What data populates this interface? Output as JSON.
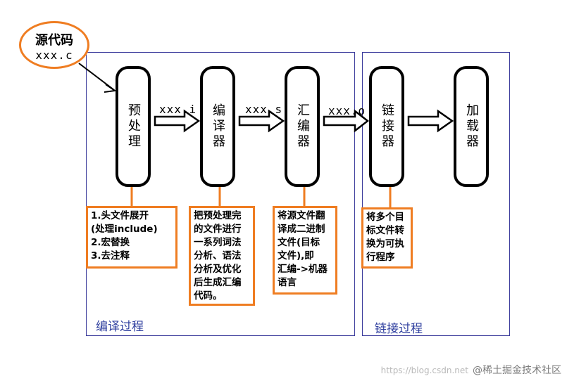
{
  "source": {
    "title": "源代码",
    "file": "xxx.c"
  },
  "stages": [
    {
      "id": "preprocessor",
      "label": "预处理"
    },
    {
      "id": "compiler",
      "label": "编译器"
    },
    {
      "id": "assembler",
      "label": "汇编器"
    },
    {
      "id": "linker",
      "label": "链接器"
    },
    {
      "id": "loader",
      "label": "加载器"
    }
  ],
  "files": [
    "xxx.i",
    "xxx.s",
    "xxx.o"
  ],
  "notes": {
    "preprocessor": [
      "1.头文件展开",
      "(处理include)",
      "2.宏替换",
      "3.去注释"
    ],
    "compiler": [
      "把预处理完",
      "的文件进行",
      "一系列词法",
      "分析、语法",
      "分析及优化",
      "后生成汇编",
      "代码。"
    ],
    "assembler": [
      "将源文件翻",
      "译成二进制",
      "文件(目标",
      "文件),即",
      "汇编->机器",
      "语言"
    ],
    "linker": [
      "将多个目",
      "标文件转",
      "换为可执",
      "行程序"
    ]
  },
  "regions": {
    "compile": "编译过程",
    "link": "链接过程"
  },
  "colors": {
    "note_border": "#ef7d22",
    "region_border": "#3c3c9c",
    "region_label": "#2f3f9f"
  },
  "watermark": {
    "url": "https://blog.csdn.net",
    "brand": "@稀土掘金技术社区"
  }
}
